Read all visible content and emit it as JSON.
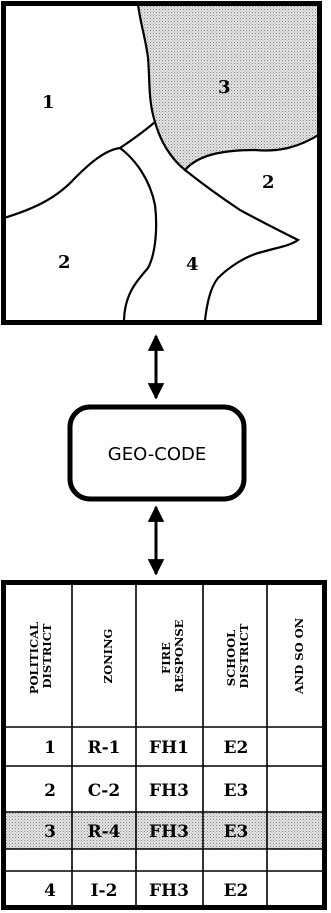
{
  "map": {
    "region_labels": [
      "1",
      "2",
      "3",
      "4",
      "2"
    ],
    "shaded_region": "3"
  },
  "geocode_label": "GEO-CODE",
  "table": {
    "headers": [
      [
        "POLITICAL",
        "DISTRICT"
      ],
      [
        "ZONING"
      ],
      [
        "FIRE",
        "RESPONSE"
      ],
      [
        "SCHOOL",
        "DISTRICT"
      ],
      [
        "AND SO ON"
      ]
    ],
    "rows": [
      {
        "cells": [
          "1",
          "R-1",
          "FH1",
          "E2",
          ""
        ],
        "shaded": false
      },
      {
        "cells": [
          "2",
          "C-2",
          "FH3",
          "E3",
          ""
        ],
        "shaded": false
      },
      {
        "cells": [
          "3",
          "R-4",
          "FH3",
          "E3",
          ""
        ],
        "shaded": true
      },
      {
        "cells": [
          "4",
          "I-2",
          "FH3",
          "E2",
          ""
        ],
        "shaded": false
      }
    ]
  },
  "colors": {
    "ink": "#000000",
    "shade": "#d4d4d4",
    "paper": "#ffffff"
  }
}
